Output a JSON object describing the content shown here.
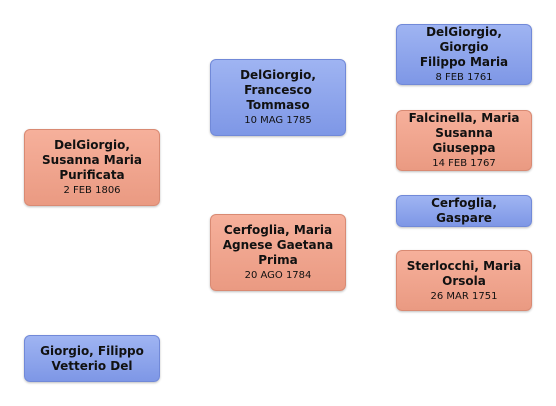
{
  "people": {
    "subject": {
      "name": "DelGiorgio,\nSusanna Maria\nPurificata",
      "date": "2 FEB 1806",
      "sex": "female"
    },
    "spouse": {
      "name": "Giorgio, Filippo\nVetterio Del",
      "date": "",
      "sex": "male"
    },
    "father": {
      "name": "DelGiorgio,\nFrancesco\nTommaso",
      "date": "10 MAG 1785",
      "sex": "male"
    },
    "mother": {
      "name": "Cerfoglia, Maria\nAgnese Gaetana\nPrima",
      "date": "20 AGO 1784",
      "sex": "female"
    },
    "pat_grandfather": {
      "name": "DelGiorgio, Giorgio\nFilippo Maria",
      "date": "8 FEB 1761",
      "sex": "male"
    },
    "pat_grandmother": {
      "name": "Falcinella, Maria\nSusanna Giuseppa",
      "date": "14 FEB 1767",
      "sex": "female"
    },
    "mat_grandfather": {
      "name": "Cerfoglia, Gaspare",
      "date": "",
      "sex": "male"
    },
    "mat_grandmother": {
      "name": "Sterlocchi, Maria\nOrsola",
      "date": "26 MAR 1751",
      "sex": "female"
    }
  }
}
